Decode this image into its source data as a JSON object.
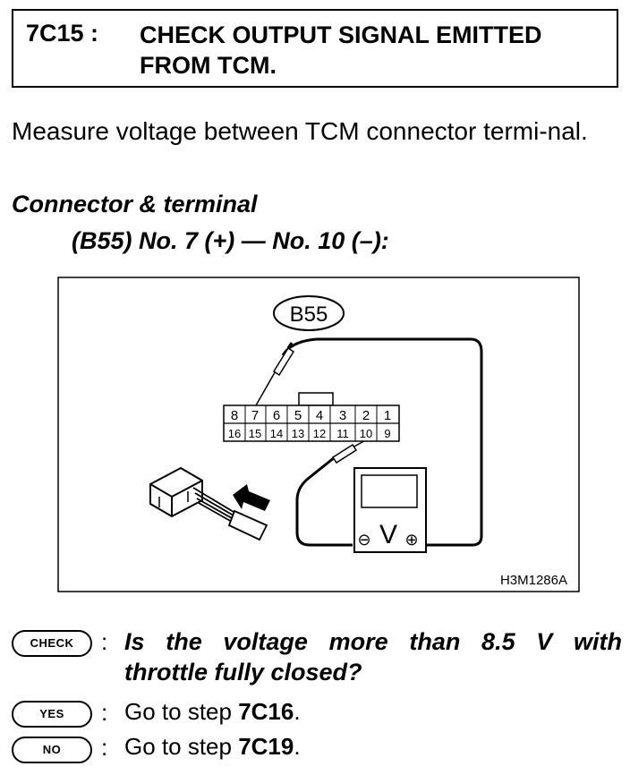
{
  "step": {
    "number": "7C15 :",
    "title": "CHECK OUTPUT SIGNAL EMITTED FROM TCM."
  },
  "instruction": "Measure voltage between TCM connector termi-nal.",
  "connector": {
    "heading": "Connector & terminal",
    "spec": "(B55) No. 7 (+) — No. 10 (–):"
  },
  "diagram": {
    "connector_label": "B55",
    "terminals_top": [
      "8",
      "7",
      "6",
      "5",
      "4",
      "3",
      "2",
      "1"
    ],
    "terminals_bottom": [
      "16",
      "15",
      "14",
      "13",
      "12",
      "11",
      "10",
      "9"
    ],
    "meter_symbol": "V",
    "minus_symbol": "⊖",
    "plus_symbol": "⊕",
    "figure_code": "H3M1286A"
  },
  "check": {
    "badge": "CHECK",
    "colon": ":",
    "question_line1": "Is the voltage more than 8.5 V with",
    "question_line2": "throttle fully closed?"
  },
  "yes": {
    "badge": "YES",
    "colon": ":",
    "text": "Go to step ",
    "step": "7C16",
    "end": "."
  },
  "no": {
    "badge": "NO",
    "colon": ":",
    "text": "Go to step ",
    "step": "7C19",
    "end": "."
  }
}
